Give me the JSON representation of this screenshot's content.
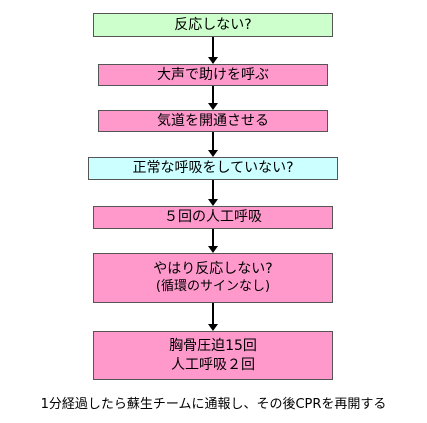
{
  "colors": {
    "start": "#ccffcc",
    "action": "#ff99cc",
    "check": "#ccffff"
  },
  "flow": {
    "steps": [
      {
        "text": "反応しない?"
      },
      {
        "text": "大声で助けを呼ぶ"
      },
      {
        "text": "気道を開通させる"
      },
      {
        "text": "正常な呼吸をしていない?"
      },
      {
        "text": "５回の人工呼吸"
      },
      {
        "line1": "やはり反応しない?",
        "line2": "(循環のサインなし)"
      },
      {
        "line1": "胸骨圧迫15回",
        "line2": "人工呼吸２回"
      }
    ]
  },
  "footnote": "1分経過したら蘇生チームに通報し、その後CPRを再開する"
}
